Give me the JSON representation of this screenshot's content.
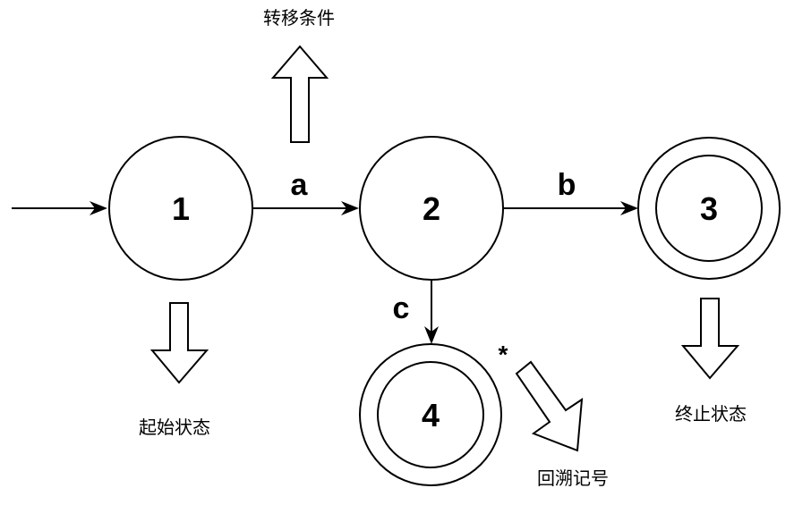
{
  "states": [
    {
      "id": "1",
      "label": "1",
      "kind": "start"
    },
    {
      "id": "2",
      "label": "2",
      "kind": "normal"
    },
    {
      "id": "3",
      "label": "3",
      "kind": "accept"
    },
    {
      "id": "4",
      "label": "4",
      "kind": "accept"
    }
  ],
  "transitions": [
    {
      "from": "1",
      "to": "2",
      "label": "a"
    },
    {
      "from": "2",
      "to": "3",
      "label": "b"
    },
    {
      "from": "2",
      "to": "4",
      "label": "c"
    }
  ],
  "annotations": {
    "transition_condition": "转移条件",
    "start_state": "起始状态",
    "final_state": "终止状态",
    "backtrack_mark": "回溯记号",
    "star": "*"
  }
}
